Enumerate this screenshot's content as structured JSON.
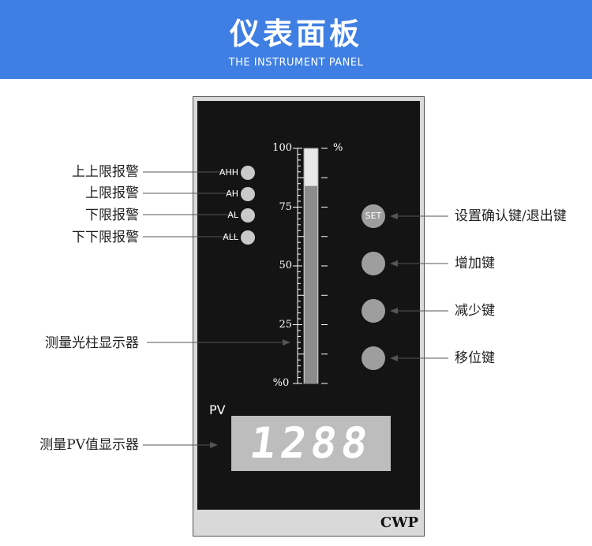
{
  "header": {
    "title": "仪表面板",
    "subtitle": "THE INSTRUMENT PANEL"
  },
  "brand": "CWP",
  "alarms": [
    {
      "code": "AHH",
      "label": "上上限报警"
    },
    {
      "code": "AH",
      "label": "上限报警"
    },
    {
      "code": "AL",
      "label": "下限报警"
    },
    {
      "code": "ALL",
      "label": "下下限报警"
    }
  ],
  "bargraph": {
    "label": "测量光柱显示器",
    "unit_top": "%",
    "unit_bottom": "%",
    "ticks": [
      "100",
      "75",
      "50",
      "25",
      "0"
    ],
    "level_percent": 84
  },
  "pv": {
    "label": "PV",
    "value": "1288",
    "callout": "测量PV值显示器"
  },
  "keys": [
    {
      "symbol": "SET",
      "icon": "set-key",
      "label": "设置确认键/退出键"
    },
    {
      "symbol": "",
      "icon": "triangle-up-icon",
      "label": "增加键"
    },
    {
      "symbol": "",
      "icon": "triangle-down-icon",
      "label": "减少键"
    },
    {
      "symbol": "",
      "icon": "shift-right-icon",
      "label": "移位键"
    }
  ]
}
